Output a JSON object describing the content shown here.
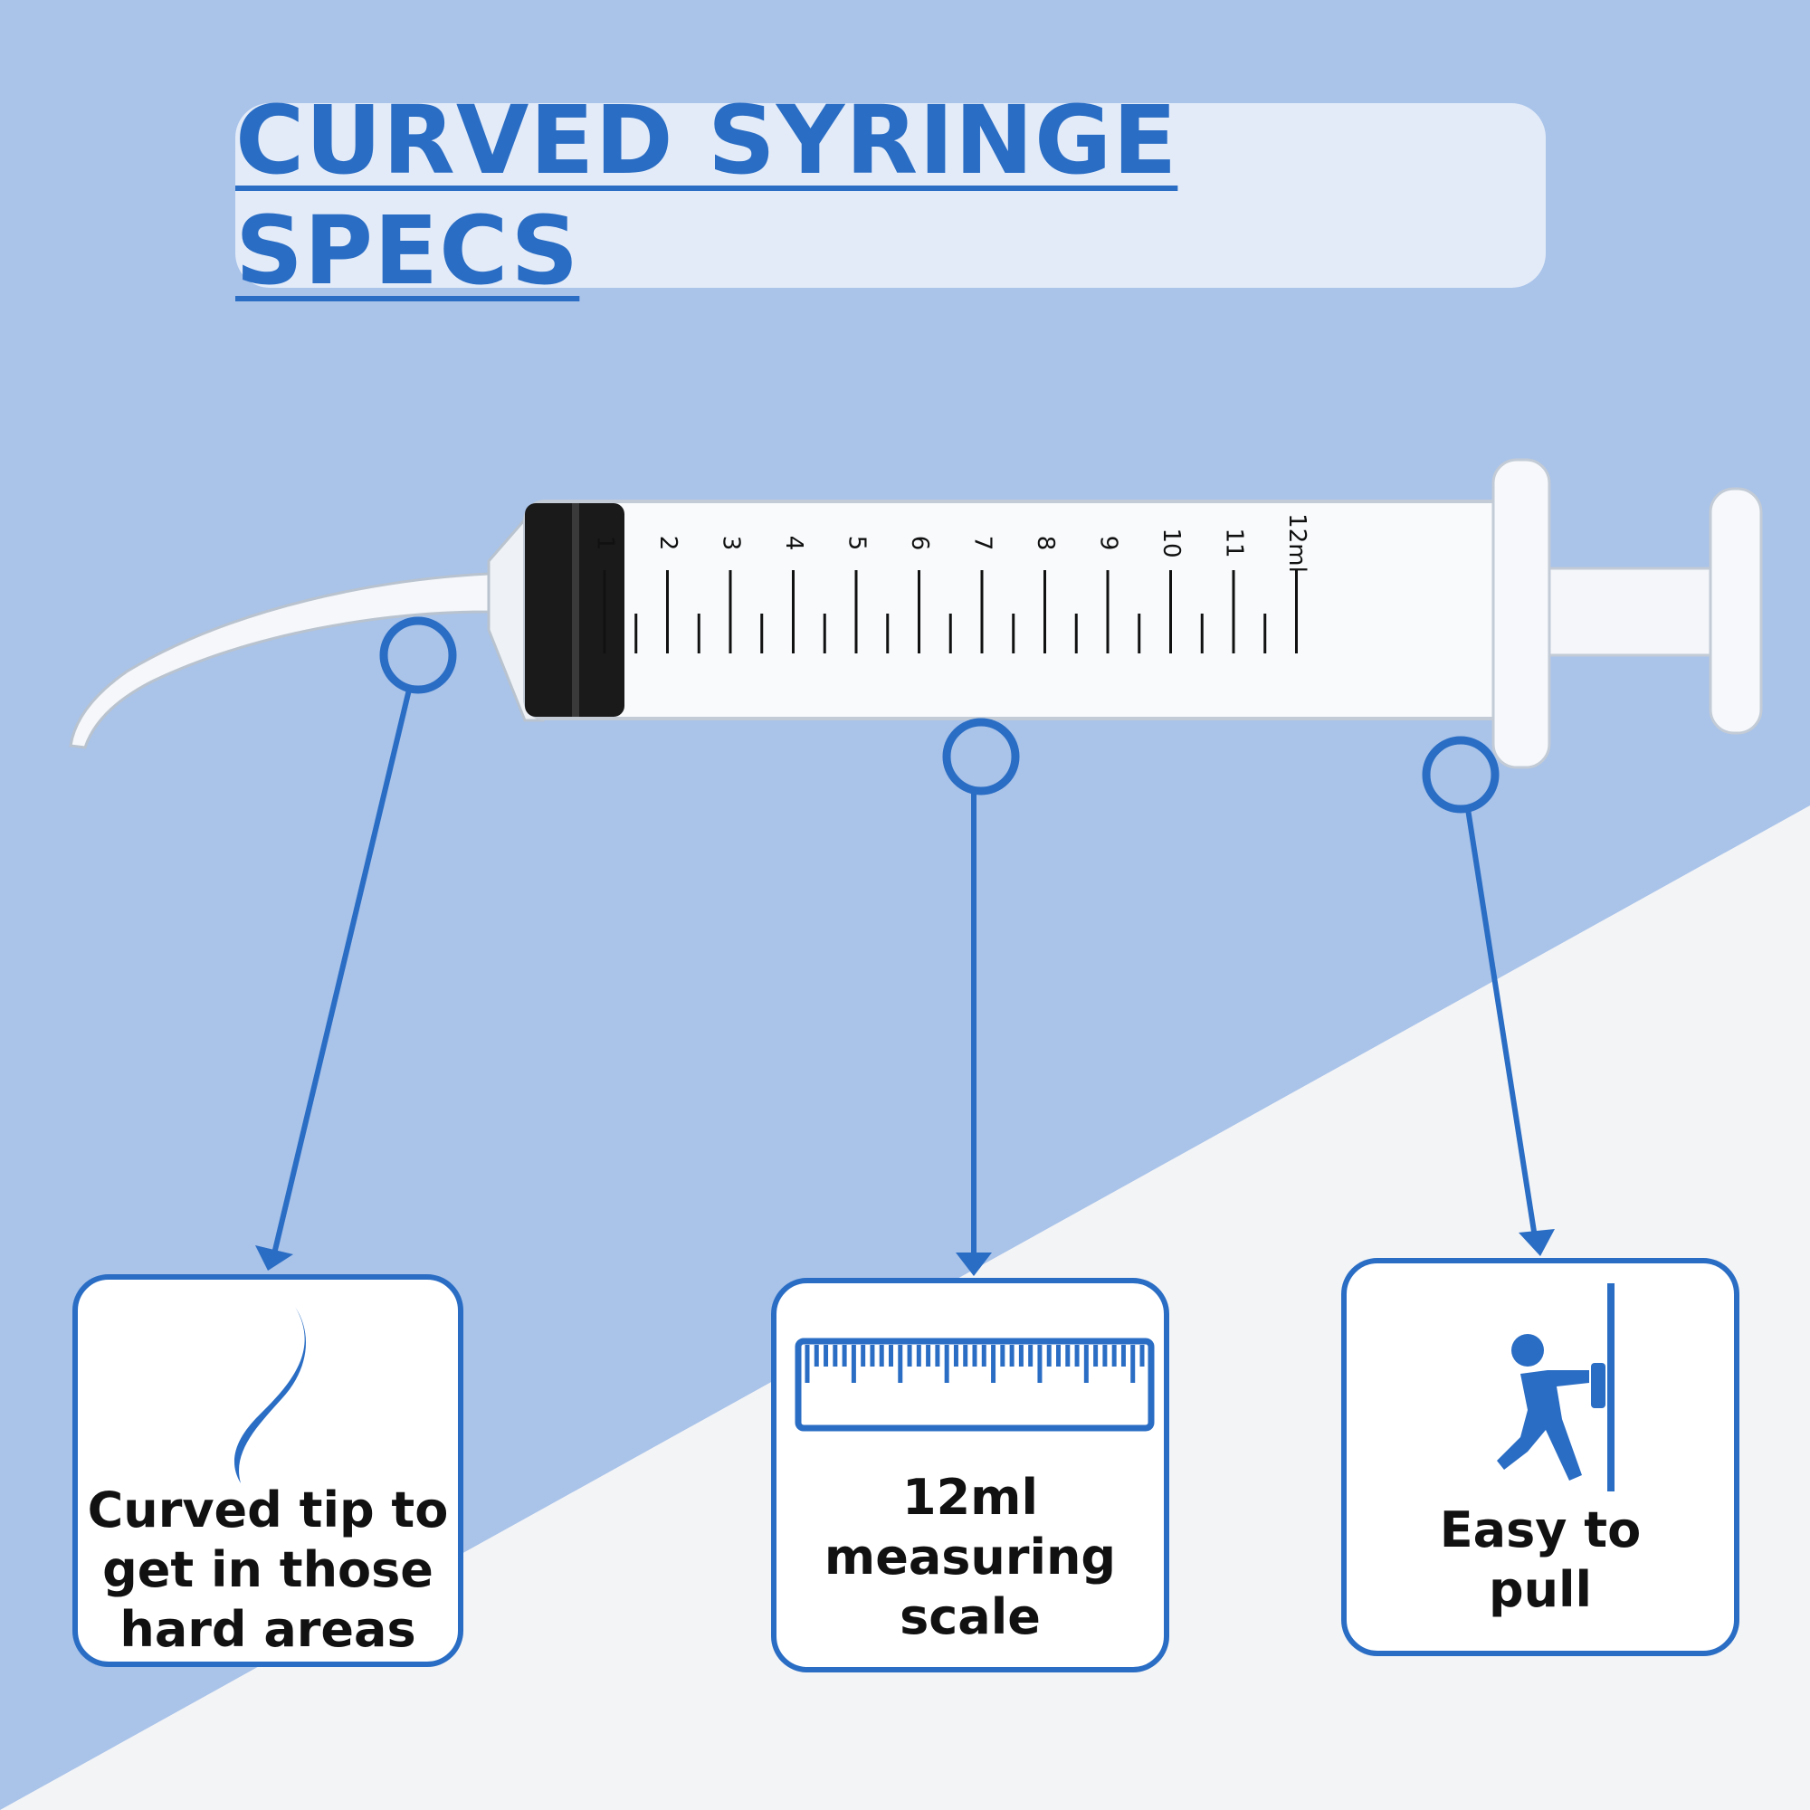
{
  "title": "CURVED SYRINGE SPECS",
  "colors": {
    "accent": "#2a6dc4",
    "background_blue": "#a9c3e9",
    "background_light": "#f3f4f6",
    "title_box": "#e3ebf8"
  },
  "syringe": {
    "scale_labels": [
      "1",
      "2",
      "3",
      "4",
      "5",
      "6",
      "7",
      "8",
      "9",
      "10",
      "11",
      "12ml"
    ]
  },
  "features": [
    {
      "icon": "curve-icon",
      "label": "Curved tip to\nget in those\nhard areas"
    },
    {
      "icon": "ruler-icon",
      "label": "12ml\nmeasuring\nscale"
    },
    {
      "icon": "person-pushing-icon",
      "label": "Easy to\npull"
    }
  ]
}
